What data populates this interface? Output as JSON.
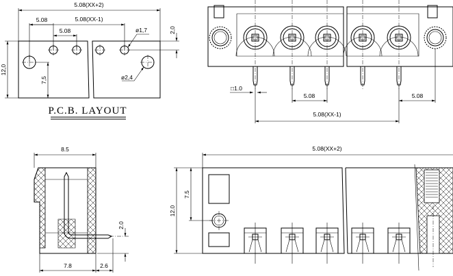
{
  "pcb_layout": {
    "title": "P.C.B. LAYOUT",
    "dim_overall": "5.08(XX+2)",
    "dim_span": "5.08(XX-1)",
    "dim_pitch_a": "5.08",
    "dim_pitch_b": "5.08",
    "dim_hole_small": "ø1,7",
    "dim_hole_large": "ø2,4",
    "dim_height": "12,0",
    "dim_offset": "7,5",
    "dim_top": "2,0"
  },
  "front_view": {
    "dim_pin": "□1.0",
    "dim_pitch": "5.08",
    "dim_flange": "5.08",
    "dim_span": "5.08(XX-1)"
  },
  "side_view": {
    "dim_width": "8.5",
    "dim_depth": "7.8",
    "dim_pin_out": "2.6",
    "dim_pin_height": "2.0"
  },
  "bottom_view": {
    "dim_overall": "5.08(XX+2)",
    "dim_height": "12.0",
    "dim_offset": "7.5"
  }
}
